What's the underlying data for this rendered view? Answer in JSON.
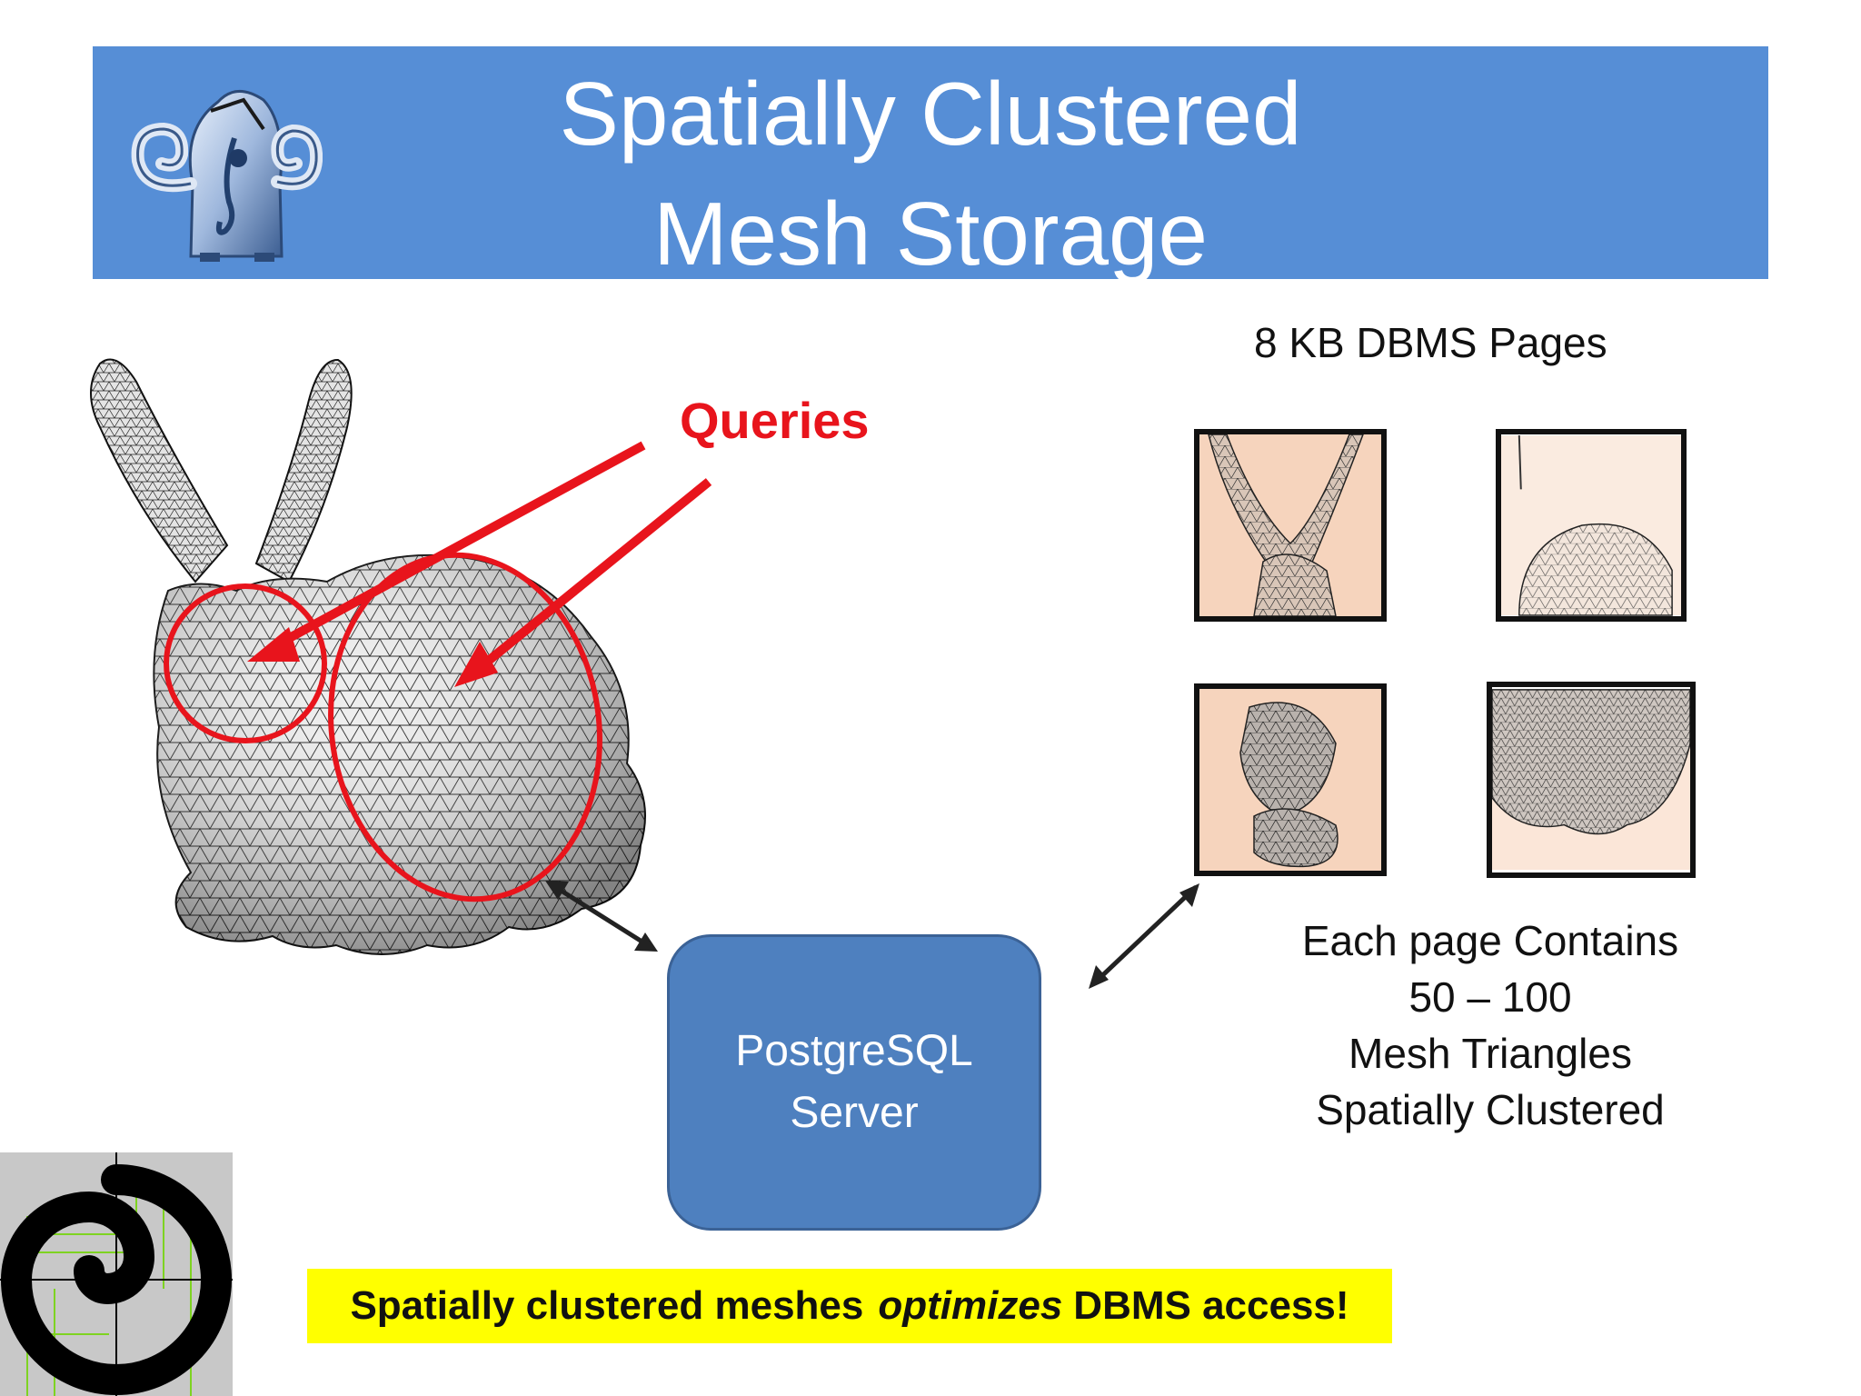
{
  "header": {
    "title_line1": "Spatially Clustered",
    "title_line2": "Mesh Storage",
    "logo_icon": "mammoth-logo-icon"
  },
  "diagram": {
    "pages_label": "8 KB DBMS Pages",
    "queries_label": "Queries",
    "server_line1": "PostgreSQL",
    "server_line2": "Server",
    "contains_lines": [
      "Each page Contains",
      "50 – 100",
      "Mesh Triangles",
      "Spatially Clustered"
    ],
    "mesh_icon": "bunny-mesh-icon",
    "page_tiles": [
      "mesh-page-ears",
      "mesh-page-back",
      "mesh-page-chest",
      "mesh-page-feet"
    ]
  },
  "banner": {
    "part1": "Spatially clustered meshes",
    "emphasis": "optimizes",
    "part2": "DBMS  access!"
  },
  "footer": {
    "logo_icon": "spiral-logo-icon"
  },
  "colors": {
    "title_bar": "#568ed6",
    "queries_red": "#e8141c",
    "server_box": "#4e80bf",
    "banner_yellow": "#ffff00",
    "page_tint": "#f6d4bd"
  }
}
